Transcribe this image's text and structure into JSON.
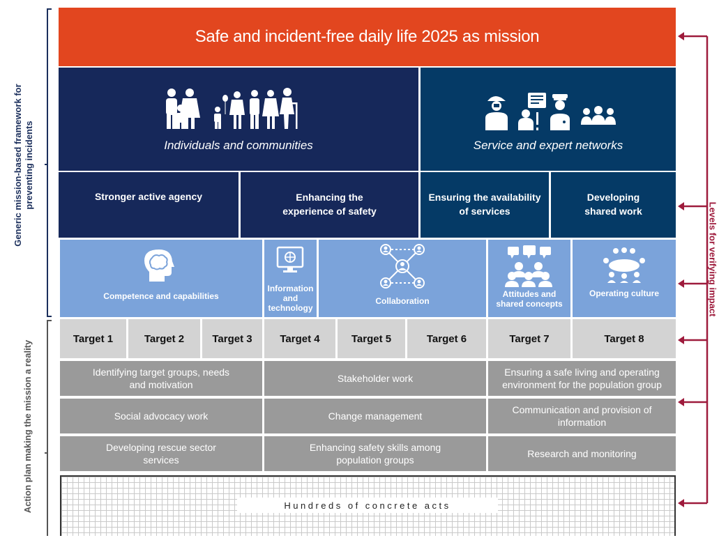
{
  "mission": "Safe and incident-free daily life 2025 as mission",
  "groups": {
    "left": "Individuals and communities",
    "right": "Service and expert networks"
  },
  "goals": [
    "Stronger active agency",
    "Enhancing the experience of safety",
    "Ensuring the availability of services",
    "Developing shared work"
  ],
  "enablers": [
    "Competence and capabilities",
    "Information and technology",
    "Collaboration",
    "Attitudes and shared concepts",
    "Operating culture"
  ],
  "targets": [
    "Target 1",
    "Target 2",
    "Target 3",
    "Target 4",
    "Target 5",
    "Target 6",
    "Target 7",
    "Target 8"
  ],
  "actions": [
    [
      "Identifying target groups, needs and motivation",
      "Stakeholder work",
      "Ensuring a safe living and operating environment for the population group"
    ],
    [
      "Social advocacy work",
      "Change management",
      "Communication and provision of information"
    ],
    [
      "Developing rescue sector services",
      "Enhancing safety skills among population groups",
      "Research and monitoring"
    ]
  ],
  "concrete_acts": "Hundreds of concrete acts",
  "side_labels": {
    "framework": "Generic mission-based framework for preventing incidents",
    "action_plan": "Action plan making the mission a reality",
    "verifying": "Levels for verifying impact"
  },
  "colors": {
    "mission": "#e2461f",
    "dark_blue_left": "#16285a",
    "dark_blue_right": "#053a66",
    "light_blue": "#7ba3da",
    "target_gray": "#d3d3d3",
    "action_gray": "#9a9a9a",
    "arrow": "#9e1b3c",
    "bracket": "#1b2f5c"
  },
  "icons": [
    "family-icon",
    "professionals-icon",
    "brain-head-icon",
    "computer-screen-icon",
    "network-people-icon",
    "speech-bubbles-people-icon",
    "meeting-table-icon"
  ]
}
